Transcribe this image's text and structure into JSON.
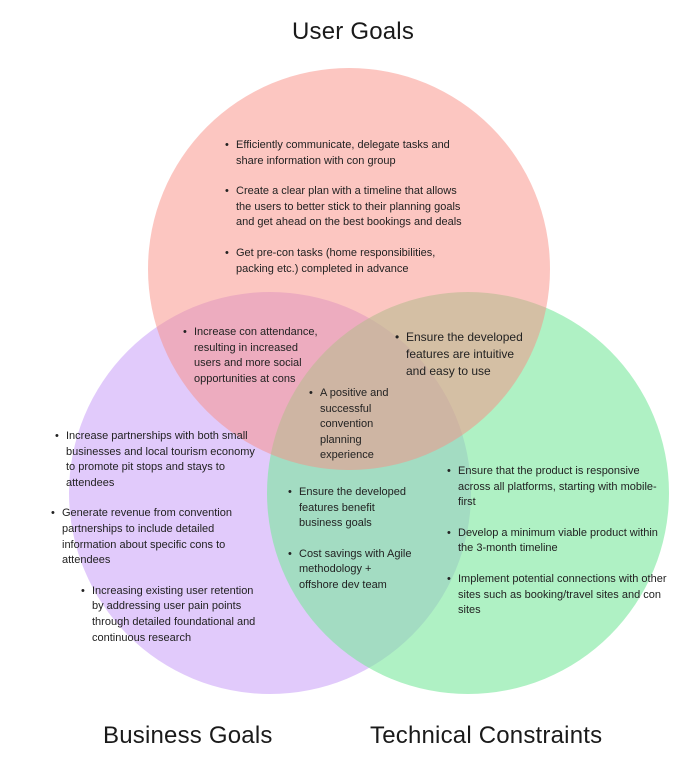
{
  "titles": {
    "user": "User Goals",
    "business": "Business Goals",
    "technical": "Technical Constraints"
  },
  "colors": {
    "user": "#fa8d84",
    "business": "#c495f7",
    "technical": "#7ae79c"
  },
  "regions": {
    "user": [
      "Efficiently communicate, delegate tasks and share information with con group",
      "Create a clear plan with a timeline that allows the users to better stick to their planning goals and get ahead on the best bookings and deals",
      "Get pre-con tasks (home responsibilities, packing etc.) completed in advance"
    ],
    "user_business": [
      "Increase con attendance, resulting in increased users and more social opportunities at cons"
    ],
    "user_technical": [
      "Ensure the developed features are intuitive and easy to use"
    ],
    "center": [
      "A positive and successful convention planning experience"
    ],
    "business": [
      "Increase partnerships with both small businesses and local tourism economy to promote pit stops and stays to attendees",
      "Generate revenue from convention partnerships to include detailed information about specific cons to attendees",
      "Increasing existing user retention by addressing user pain points through detailed foundational and continuous research"
    ],
    "business_technical": [
      "Ensure the developed features benefit business goals",
      "Cost savings with Agile methodology + offshore dev team"
    ],
    "technical": [
      "Ensure that the product is responsive across all platforms, starting with mobile-first",
      "Develop a minimum viable product within the 3-month timeline",
      "Implement potential connections with other sites such as booking/travel sites and con sites"
    ]
  }
}
